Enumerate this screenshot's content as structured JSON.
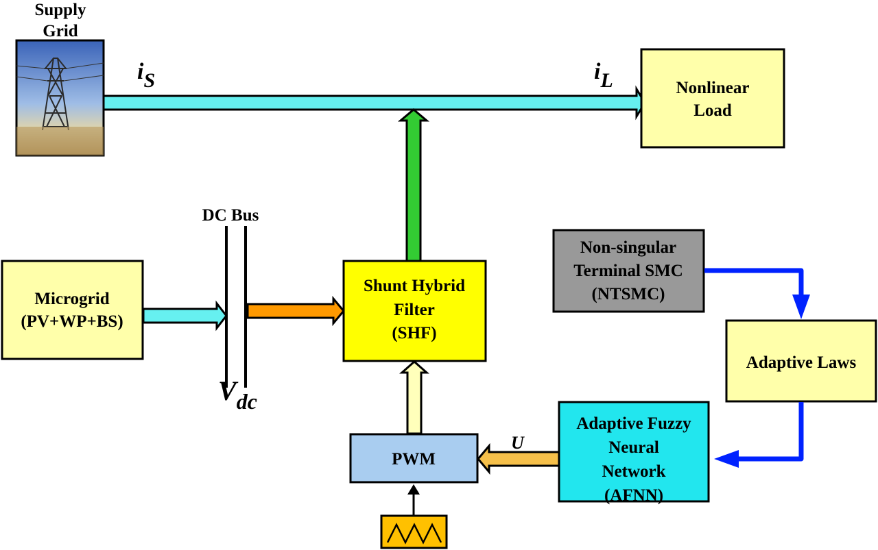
{
  "colors": {
    "cyan_bus": "#66f0f0",
    "green_arrow": "#33cc33",
    "orange_arrow": "#ff9900",
    "yellow_box": "#ffff00",
    "light_yellow_box": "#ffffaa",
    "gray_box": "#999999",
    "afnn_box": "#22e6ee",
    "pwm_box": "#a9cdf0",
    "blue_arrow": "#0022ff",
    "u_arrow": "#f6c04a",
    "pale_arrow": "#ffffbb"
  },
  "grid": {
    "line1": "Supply",
    "line2": "Grid"
  },
  "labels": {
    "is": {
      "main": "i",
      "sub": "S"
    },
    "il": {
      "main": "i",
      "sub": "L"
    },
    "vdc": {
      "main": "V",
      "sub": "dc"
    },
    "u": "U",
    "dc_bus": "DC Bus"
  },
  "load": {
    "line1": "Nonlinear",
    "line2": "Load"
  },
  "microgrid": {
    "line1": "Microgrid",
    "line2": "(PV+WP+BS)"
  },
  "shf": {
    "line1": "Shunt Hybrid",
    "line2": "Filter",
    "line3": "(SHF)"
  },
  "ntsmc": {
    "line1": "Non-singular",
    "line2": "Terminal SMC",
    "line3": "(NTSMC)"
  },
  "adaptive_laws": {
    "line1": "Adaptive Laws"
  },
  "afnn": {
    "line1": "Adaptive Fuzzy",
    "line2": "Neural",
    "line3": "Network",
    "line4": "(AFNN)"
  },
  "pwm": {
    "line1": "PWM"
  },
  "icons": {
    "grid_photo": "power-pylon-photo-icon",
    "carrier": "triangle-wave-icon"
  }
}
